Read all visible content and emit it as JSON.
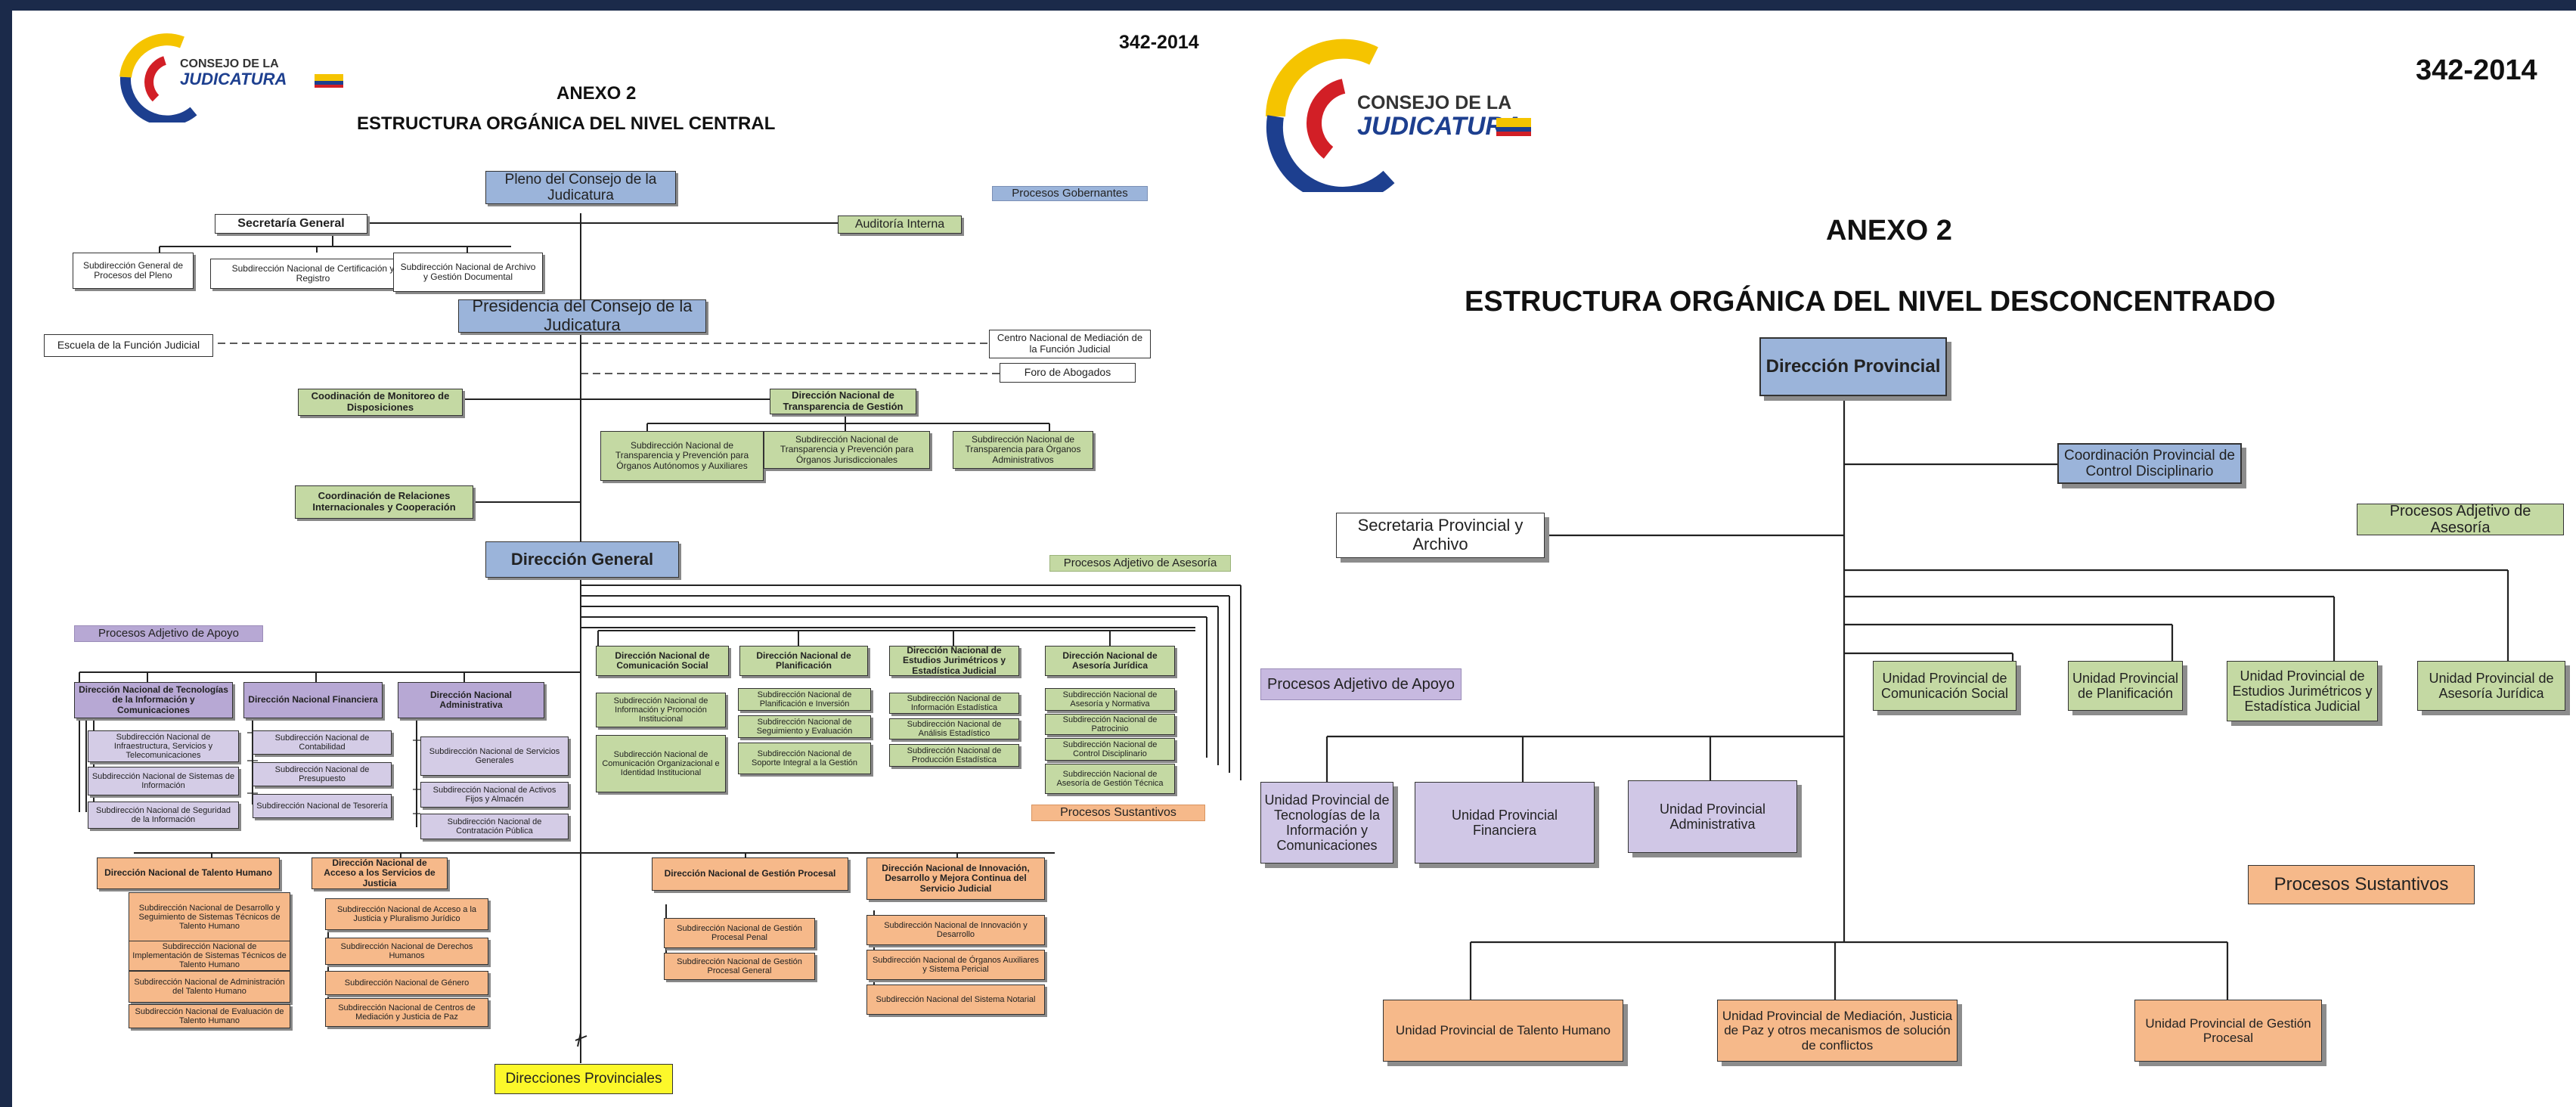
{
  "left": {
    "doc_number": "342-2014",
    "logo": {
      "line1": "CONSEJO DE LA",
      "line2": "JUDICATURA",
      "colors": [
        "#f5c400",
        "#1d3f8f",
        "#d21f26"
      ]
    },
    "annex": "ANEXO 2",
    "title": "ESTRUCTURA ORGÁNICA DEL NIVEL CENTRAL",
    "pleno": "Pleno del Consejo de la Judicatura",
    "procesos_gobernantes": "Procesos Gobernantes",
    "secretaria": "Secretaría General",
    "auditoria": "Auditoría Interna",
    "sec_subs": [
      "Subdirección General de Procesos del Pleno",
      "Subdirección Nacional de Certificación y Registro",
      "Subdirección Nacional de Archivo y Gestión Documental"
    ],
    "presidencia": "Presidencia del Consejo de la Judicatura",
    "escuela": "Escuela de la Función Judicial",
    "centro_mediacion": "Centro Nacional de Mediación de la Función Judicial",
    "foro": "Foro de Abogados",
    "monitoreo": "Coodinación de Monitoreo de Disposiciones",
    "transparencia": "Dirección Nacional de Transparencia de Gestión",
    "trans_subs": [
      "Subdirección Nacional de Transparencia y Prevención para Órganos Autónomos y Auxiliares",
      "Subdirección Nacional de Transparencia y Prevención para Órganos Jurisdiccionales",
      "Subdirección Nacional de Transparencia para Órganos Administrativos"
    ],
    "relaciones": "Coordinación de Relaciones Internacionales y Cooperación",
    "direccion_general": "Dirección General",
    "asesoria_label": "Procesos Adjetivo de Asesoría",
    "apoyo_label": "Procesos Adjetivo de Apoyo",
    "sustantivos_label": "Procesos Sustantivos",
    "apoyo_dirs": [
      {
        "name": "Dirección Nacional de Tecnologías de la Información y Comunicaciones",
        "subs": [
          "Subdirección Nacional de Infraestructura, Servicios y Telecomunicaciones",
          "Subdirección Nacional de Sistemas de Información",
          "Subdirección Nacional de Seguridad de la Información"
        ]
      },
      {
        "name": "Dirección Nacional Financiera",
        "subs": [
          "Subdirección Nacional de Contabilidad",
          "Subdirección Nacional de Presupuesto",
          "Subdirección Nacional de Tesorería"
        ]
      },
      {
        "name": "Dirección Nacional Administrativa",
        "subs": [
          "Subdirección Nacional de Servicios Generales",
          "Subdirección Nacional de Activos Fijos y Almacén",
          "Subdirección Nacional de Contratación Pública"
        ]
      }
    ],
    "asesoria_dirs": [
      {
        "name": "Dirección Nacional de Comunicación Social",
        "subs": [
          "Subdirección Nacional de Información y Promoción Institucional",
          "Subdirección Nacional de Comunicación Organizacional e Identidad Institucional"
        ]
      },
      {
        "name": "Dirección Nacional de Planificación",
        "subs": [
          "Subdirección Nacional de Planificación e Inversión",
          "Subdirección Nacional de Seguimiento y Evaluación",
          "Subdirección Nacional de Soporte Integral a la Gestión"
        ]
      },
      {
        "name": "Dirección Nacional de Estudios Jurimétricos y Estadística Judicial",
        "subs": [
          "Subdirección Nacional de Información Estadística",
          "Subdirección Nacional de Análisis Estadístico",
          "Subdirección Nacional de Producción Estadística"
        ]
      },
      {
        "name": "Dirección Nacional de Asesoría Jurídica",
        "subs": [
          "Subdirección Nacional de Asesoría y Normativa",
          "Subdirección Nacional de Patrocinio",
          "Subdirección Nacional de Control Disciplinario",
          "Subdirección Nacional de Asesoría de Gestión Técnica"
        ]
      }
    ],
    "sust_dirs": [
      {
        "name": "Dirección Nacional de Talento Humano",
        "subs": [
          "Subdirección Nacional de Desarrollo y Seguimiento de Sistemas Técnicos de Talento Humano",
          "Subdirección Nacional de Implementación de Sistemas Técnicos de Talento Humano",
          "Subdirección Nacional de Administración del Talento Humano",
          "Subdirección Nacional de Evaluación de Talento Humano"
        ]
      },
      {
        "name": "Dirección Nacional de Acceso a los Servicios de Justicia",
        "subs": [
          "Subdirección Nacional de Acceso a la Justicia y Pluralismo Jurídico",
          "Subdirección Nacional de Derechos Humanos",
          "Subdirección Nacional de Género",
          "Subdirección Nacional de Centros de Mediación y Justicia de Paz"
        ]
      },
      {
        "name": "Dirección Nacional de Gestión Procesal",
        "subs": [
          "Subdirección Nacional de Gestión Procesal Penal",
          "Subdirección Nacional de Gestión Procesal General"
        ]
      },
      {
        "name": "Dirección Nacional de Innovación, Desarrollo y Mejora Continua del Servicio Judicial",
        "subs": [
          "Subdirección Nacional de Innovación y Desarrollo",
          "Subdirección Nacional de Órganos Auxiliares y Sistema Pericial",
          "Subdirección Nacional del Sistema Notarial"
        ]
      }
    ],
    "provinciales": "Direcciones Provinciales"
  },
  "right": {
    "doc_number": "342-2014",
    "logo": {
      "line1": "CONSEJO DE LA",
      "line2": "JUDICATURA"
    },
    "annex": "ANEXO 2",
    "title": "ESTRUCTURA ORGÁNICA DEL NIVEL DESCONCENTRADO",
    "direccion_provincial": "Dirección Provincial",
    "coordinacion_disciplinario": "Coordinación Provincial de Control Disciplinario",
    "secretaria": "Secretaria Provincial y Archivo",
    "asesoria_label": "Procesos Adjetivo de Asesoría",
    "apoyo_label": "Procesos Adjetivo de Apoyo",
    "asesoria_units": [
      "Unidad Provincial de Comunicación Social",
      "Unidad Provincial de Planificación",
      "Unidad Provincial de Estudios Jurimétricos y Estadística Judicial",
      "Unidad Provincial de Asesoría Jurídica"
    ],
    "apoyo_units": [
      "Unidad Provincial de Tecnologías de la Información y Comunicaciones",
      "Unidad Provincial Financiera",
      "Unidad Provincial Administrativa"
    ],
    "sustantivos_label": "Procesos Sustantivos",
    "sust_units": [
      "Unidad Provincial de Talento Humano",
      "Unidad Provincial de Mediación, Justicia de Paz y otros mecanismos de solución de conflictos",
      "Unidad Provincial de Gestión Procesal"
    ]
  }
}
